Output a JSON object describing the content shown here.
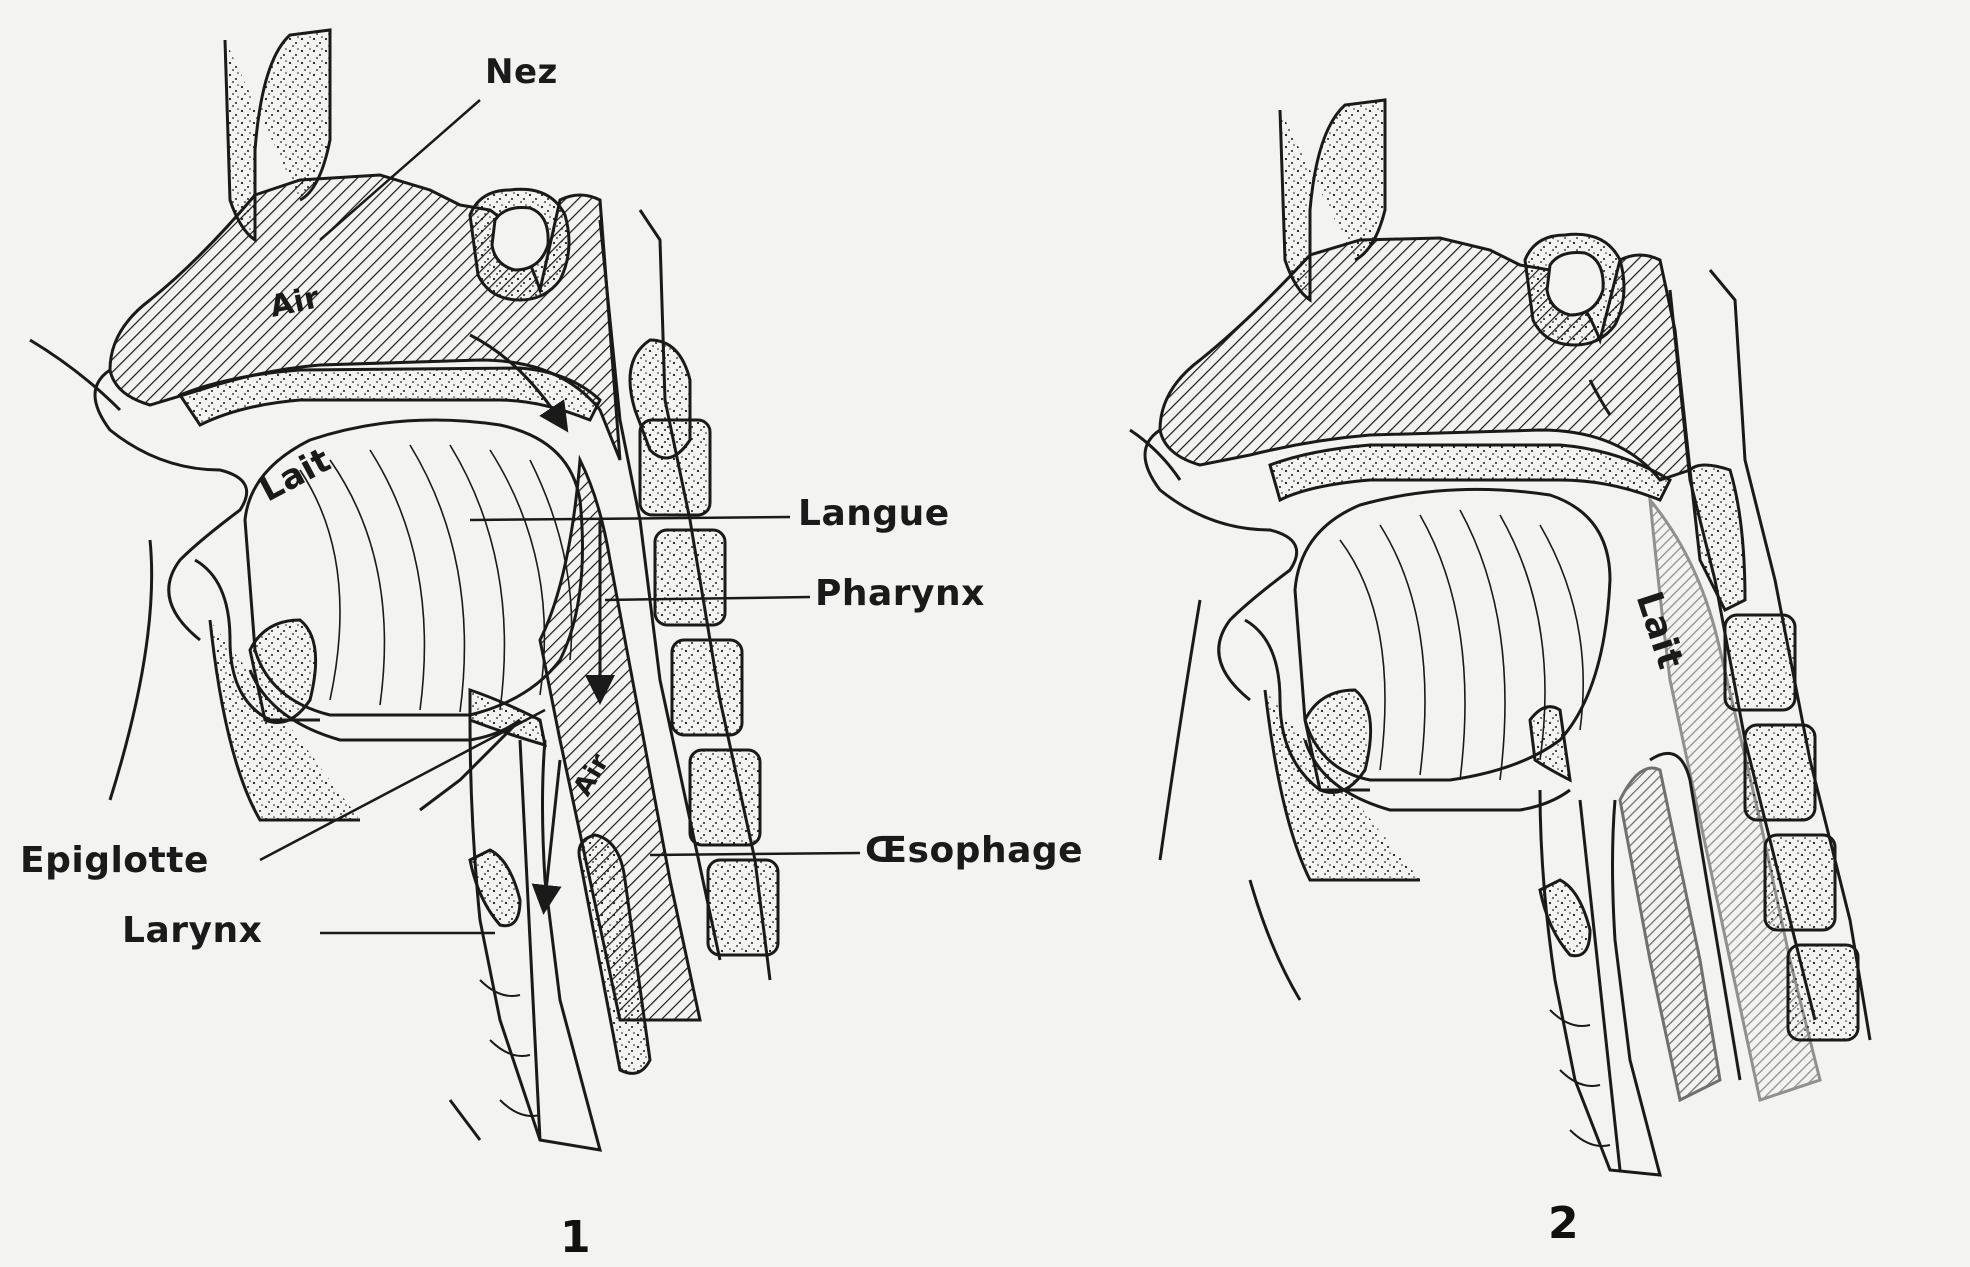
{
  "figure_1": {
    "labels": {
      "nez": "Nez",
      "air_upper": "Air",
      "lait": "Lait",
      "langue": "Langue",
      "pharynx": "Pharynx",
      "epiglotte": "Epiglotte",
      "oesophage": "Œsophage",
      "larynx": "Larynx",
      "air_lower": "Air"
    },
    "number": "1"
  },
  "figure_2": {
    "labels": {
      "lait": "Lait"
    },
    "number": "2"
  },
  "colors": {
    "ink": "#1a1a1a",
    "paper": "#f3f3f1"
  }
}
